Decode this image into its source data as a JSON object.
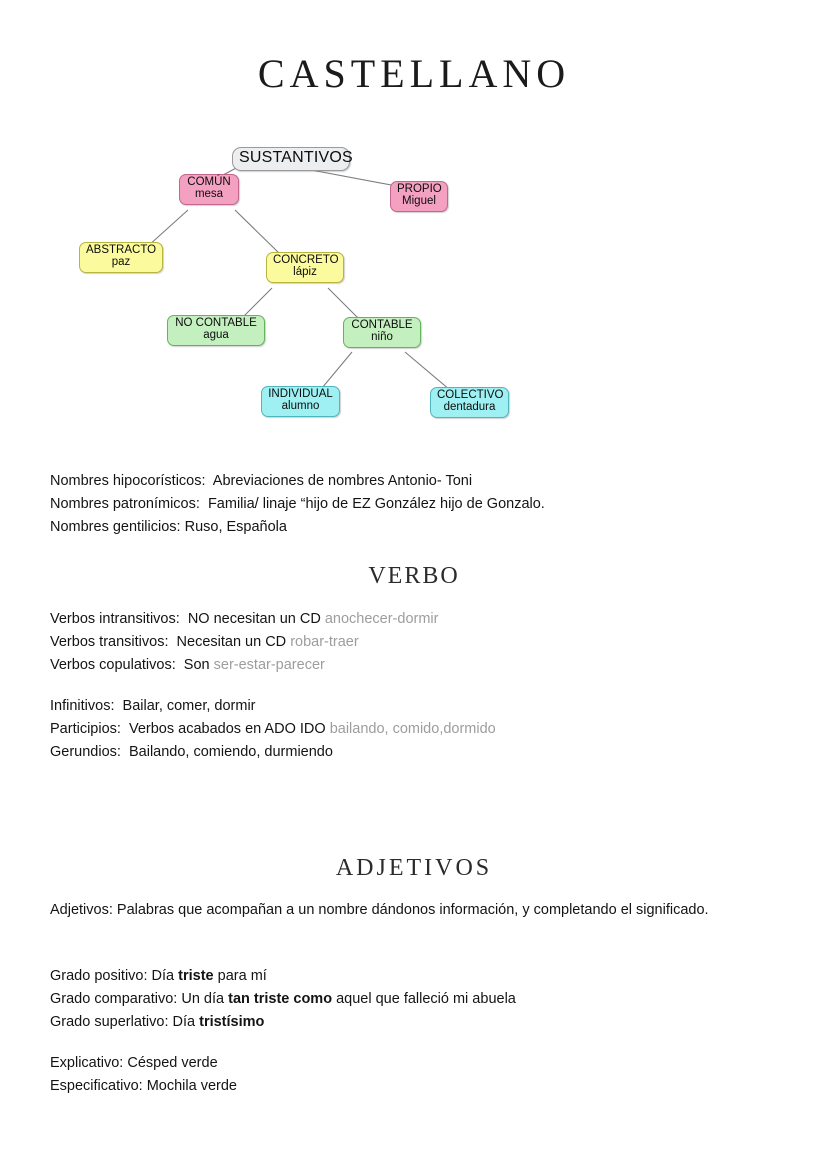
{
  "document": {
    "title": "CASTELLANO"
  },
  "diagram": {
    "name": "sustantivos-tree",
    "nodes": [
      {
        "id": "sustantivos",
        "label": "SUSTANTIVOS",
        "example": "",
        "color": "#eceef0"
      },
      {
        "id": "comun",
        "label": "COMÚN",
        "example": "mesa",
        "color": "#f4a0c0"
      },
      {
        "id": "propio",
        "label": "PROPIO",
        "example": "Miguel",
        "color": "#f4a0c0"
      },
      {
        "id": "abstracto",
        "label": "ABSTRACTO",
        "example": "paz",
        "color": "#fbfb9e"
      },
      {
        "id": "concreto",
        "label": "CONCRETO",
        "example": "lápiz",
        "color": "#fbfb9e"
      },
      {
        "id": "nocontable",
        "label": "NO CONTABLE",
        "example": "agua",
        "color": "#c4f0c0"
      },
      {
        "id": "contable",
        "label": "CONTABLE",
        "example": "niño",
        "color": "#c4f0c0"
      },
      {
        "id": "individual",
        "label": "INDIVIDUAL",
        "example": "alumno",
        "color": "#9ef0f2"
      },
      {
        "id": "colectivo",
        "label": "COLECTIVO",
        "example": "dentadura",
        "color": "#9ef0f2"
      }
    ]
  },
  "nombres": {
    "line1_label": "Nombres hipocorísticos:",
    "line1_text": "  Abreviaciones de nombres Antonio- Toni",
    "line2_label": "Nombres patronímicos:",
    "line2_text": "  Familia/ linaje “hijo de EZ González hijo de Gonzalo.",
    "line3_label": "Nombres gentilicios:",
    "line3_text": " Ruso, Española"
  },
  "verbo": {
    "heading": "VERBO",
    "intransitivos_label": "Verbos intransitivos:",
    "intransitivos_text": "  NO necesitan un CD ",
    "intransitivos_examples": "anochecer-dormir",
    "transitivos_label": "Verbos transitivos:",
    "transitivos_text": "  Necesitan un CD ",
    "transitivos_examples": "robar-traer",
    "copulativos_label": "Verbos copulativos:",
    "copulativos_text": "  Son ",
    "copulativos_examples": "ser-estar-parecer",
    "infinitivos_label": "Infinitivos:",
    "infinitivos_text": "  Bailar, comer, dormir",
    "participios_label": "Participios:",
    "participios_text": "  Verbos acabados en ADO IDO ",
    "participios_examples": "bailando, comido,dormido",
    "gerundios_label": "Gerundios:",
    "gerundios_text": "  Bailando, comiendo, durmiendo"
  },
  "adjetivos": {
    "heading": "ADJETIVOS",
    "definition": "Adjetivos: Palabras que acompañan a un nombre dándonos información, y completando el significado.",
    "positivo_prefix": "Grado positivo: Día ",
    "positivo_bold": "triste",
    "positivo_suffix": " para mí",
    "comparativo_prefix": "Grado comparativo: Un día ",
    "comparativo_bold": "tan triste como",
    "comparativo_suffix": " aquel que falleció mi abuela",
    "superlativo_prefix": "Grado superlativo: Día ",
    "superlativo_bold": "tristísimo",
    "superlativo_suffix": "",
    "explicativo": "Explicativo: Césped verde",
    "especificativo": "Especificativo: Mochila verde"
  }
}
